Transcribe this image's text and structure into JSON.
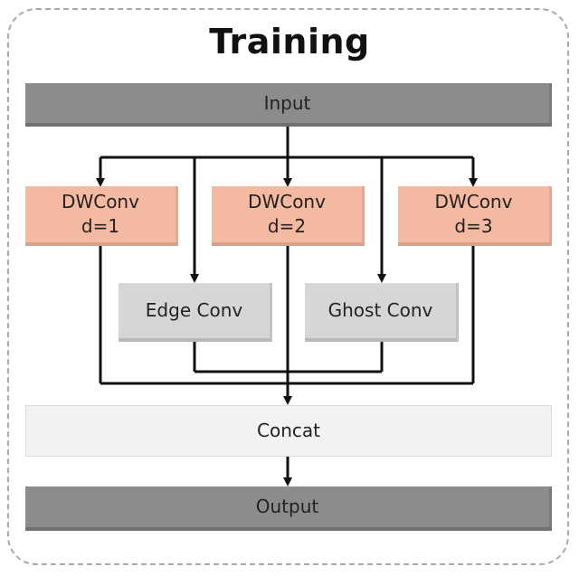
{
  "diagram": {
    "title": "Training",
    "nodes": {
      "input": "Input",
      "dwconv1": "DWConv\nd=1",
      "dwconv2": "DWConv\nd=2",
      "dwconv3": "DWConv\nd=3",
      "edge_conv": "Edge Conv",
      "ghost_conv": "Ghost Conv",
      "concat": "Concat",
      "output": "Output"
    },
    "edges": [
      [
        "Input",
        "DWConv d=1"
      ],
      [
        "Input",
        "Edge Conv"
      ],
      [
        "Input",
        "DWConv d=2"
      ],
      [
        "Input",
        "Ghost Conv"
      ],
      [
        "Input",
        "DWConv d=3"
      ],
      [
        "DWConv d=1",
        "Concat"
      ],
      [
        "Edge Conv",
        "Concat"
      ],
      [
        "DWConv d=2",
        "Concat"
      ],
      [
        "Ghost Conv",
        "Concat"
      ],
      [
        "DWConv d=3",
        "Concat"
      ],
      [
        "Concat",
        "Output"
      ]
    ],
    "colors": {
      "io_bar": "#8c8c8c",
      "dwconv": "#f4b9a1",
      "conv_grey": "#d6d6d6",
      "concat": "#f2f2f2",
      "arrow": "#111111"
    }
  }
}
